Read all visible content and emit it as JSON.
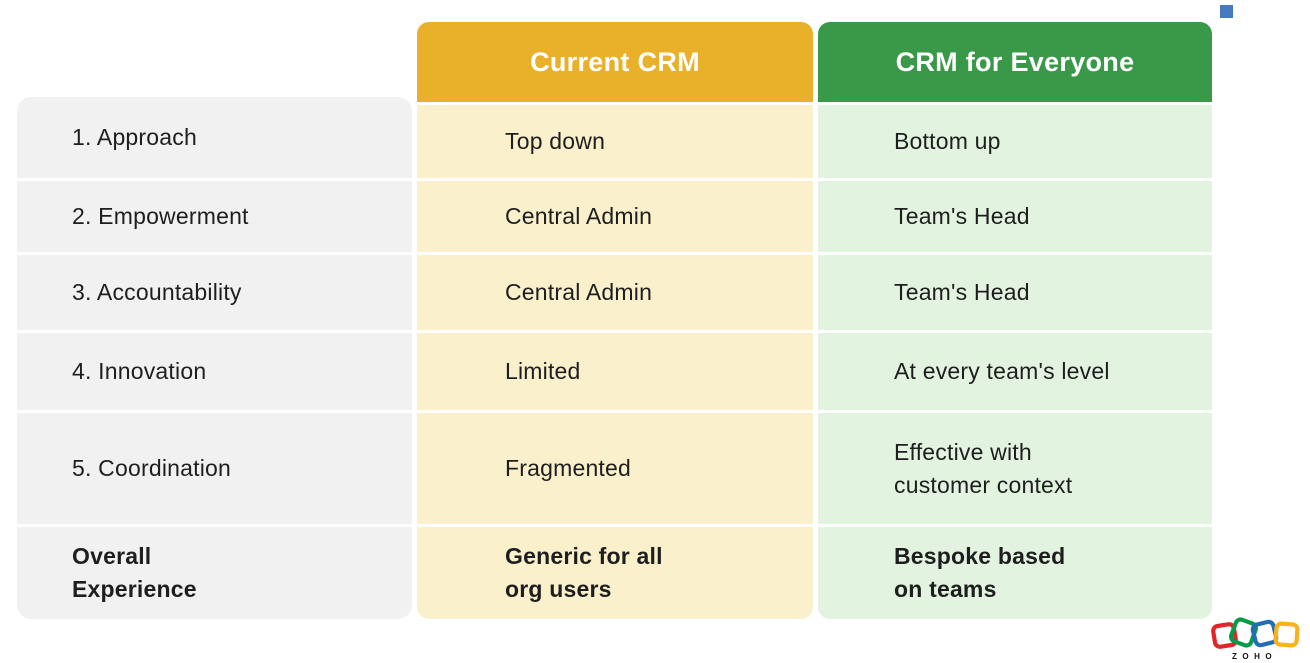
{
  "slide": {
    "background": "#ffffff",
    "text_color": "#1e1e1e"
  },
  "comparison": {
    "criteria": [
      {
        "label": "1. Approach"
      },
      {
        "label": "2. Empowerment"
      },
      {
        "label": "3. Accountability"
      },
      {
        "label": "4. Innovation"
      },
      {
        "label": "5. Coordination"
      },
      {
        "label": "Overall\nExperience",
        "bold": true
      }
    ],
    "criteria_bg": "#f1f1f1",
    "columns": [
      {
        "title": "Current CRM",
        "header_bg": "#e9b02a",
        "cell_bg": "#faf0cc",
        "values": [
          "Top down",
          "Central Admin",
          "Central Admin",
          "Limited",
          "Fragmented",
          "Generic for all\norg users"
        ]
      },
      {
        "title": "CRM for Everyone",
        "header_bg": "#3a9849",
        "cell_bg": "#e2f4e0",
        "values": [
          "Bottom up",
          "Team's Head",
          "Team's Head",
          "At every team's level",
          "Effective with\ncustomer context",
          "Bespoke based\non teams"
        ]
      }
    ]
  },
  "decor": {
    "corner_square_color": "#4779bd"
  },
  "logo": {
    "wordmark": "ZOHO",
    "colors": {
      "red": "#e42527",
      "green": "#089949",
      "blue": "#226db4",
      "yellow": "#f9b21d"
    }
  }
}
